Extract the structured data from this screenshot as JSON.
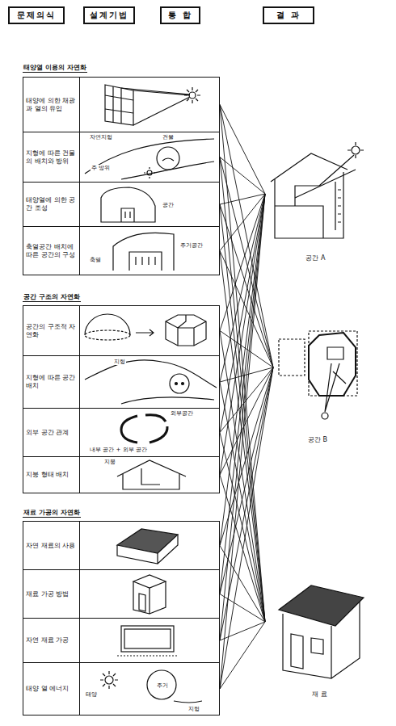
{
  "diagram": {
    "nodes": [
      {
        "text": [
          "문제의식"
        ]
      },
      {
        "text": [
          "설계기법"
        ]
      },
      {
        "text": [
          "통 합"
        ]
      },
      {
        "text": [
          "결 과"
        ]
      },
      {
        "text": [
          "태양에 의한 채광과 열의 유입"
        ]
      },
      {
        "text": [
          "지형에 따른 건물의 배치와 방위"
        ]
      },
      {
        "text": [
          "태양열에 의한 공간 조성"
        ]
      },
      {
        "text": [
          "축열공간 배치에 따른 공간의 구성"
        ]
      },
      {
        "text": [
          "공간의 구조적 자연화"
        ]
      },
      {
        "text": [
          "지형에 따른 공간 배치"
        ]
      },
      {
        "text": [
          "외부 공간 관계"
        ]
      },
      {
        "text": [
          "지붕 형태 배치"
        ]
      },
      {
        "text": [
          "자연 재료의 사용"
        ]
      },
      {
        "text": [
          "재료 가공 방법"
        ]
      },
      {
        "text": [
          "자연 재료 가공"
        ]
      },
      {
        "text": [
          "태양 열 에너지"
        ]
      },
      {
        "text": [
          "공간 A"
        ]
      },
      {
        "text": [
          "공간 B"
        ]
      },
      {
        "text": [
          "재 료"
        ]
      }
    ],
    "edges": [
      {
        "from": 4,
        "to": 16,
        "arrow": "none"
      },
      {
        "from": 4,
        "to": 17,
        "arrow": "none"
      },
      {
        "from": 4,
        "to": 18,
        "arrow": "none"
      },
      {
        "from": 5,
        "to": 16,
        "arrow": "none"
      },
      {
        "from": 5,
        "to": 17,
        "arrow": "none"
      },
      {
        "from": 5,
        "to": 18,
        "arrow": "none"
      },
      {
        "from": 6,
        "to": 16,
        "arrow": "none"
      },
      {
        "from": 6,
        "to": 17,
        "arrow": "none"
      },
      {
        "from": 6,
        "to": 18,
        "arrow": "none"
      },
      {
        "from": 7,
        "to": 16,
        "arrow": "none"
      },
      {
        "from": 7,
        "to": 17,
        "arrow": "none"
      },
      {
        "from": 7,
        "to": 18,
        "arrow": "none"
      },
      {
        "from": 8,
        "to": 16,
        "arrow": "none"
      },
      {
        "from": 8,
        "to": 17,
        "arrow": "none"
      },
      {
        "from": 8,
        "to": 18,
        "arrow": "none"
      },
      {
        "from": 9,
        "to": 16,
        "arrow": "none"
      },
      {
        "from": 9,
        "to": 17,
        "arrow": "none"
      },
      {
        "from": 9,
        "to": 18,
        "arrow": "none"
      },
      {
        "from": 10,
        "to": 16,
        "arrow": "none"
      },
      {
        "from": 10,
        "to": 17,
        "arrow": "none"
      },
      {
        "from": 10,
        "to": 18,
        "arrow": "none"
      },
      {
        "from": 11,
        "to": 16,
        "arrow": "none"
      },
      {
        "from": 11,
        "to": 17,
        "arrow": "none"
      },
      {
        "from": 11,
        "to": 18,
        "arrow": "none"
      },
      {
        "from": 12,
        "to": 16,
        "arrow": "none"
      },
      {
        "from": 12,
        "to": 17,
        "arrow": "none"
      },
      {
        "from": 12,
        "to": 18,
        "arrow": "none"
      },
      {
        "from": 13,
        "to": 16,
        "arrow": "none"
      },
      {
        "from": 13,
        "to": 17,
        "arrow": "none"
      },
      {
        "from": 13,
        "to": 18,
        "arrow": "none"
      },
      {
        "from": 14,
        "to": 16,
        "arrow": "none"
      },
      {
        "from": 14,
        "to": 17,
        "arrow": "none"
      },
      {
        "from": 14,
        "to": 18,
        "arrow": "none"
      },
      {
        "from": 15,
        "to": 16,
        "arrow": "none"
      },
      {
        "from": 15,
        "to": 17,
        "arrow": "none"
      },
      {
        "from": 15,
        "to": 18,
        "arrow": "none"
      }
    ],
    "labels": [
      "태양열 이용의 자연화",
      "자연지형",
      "건물",
      "주 방위",
      "공간",
      "축열",
      "주거공간",
      "공간 구조의 자연화",
      "지형",
      "외부공간",
      "내부 공간 + 외부 공간",
      "지붕",
      "재료 가공의 자연화",
      "태양",
      "주거",
      "지형"
    ]
  }
}
